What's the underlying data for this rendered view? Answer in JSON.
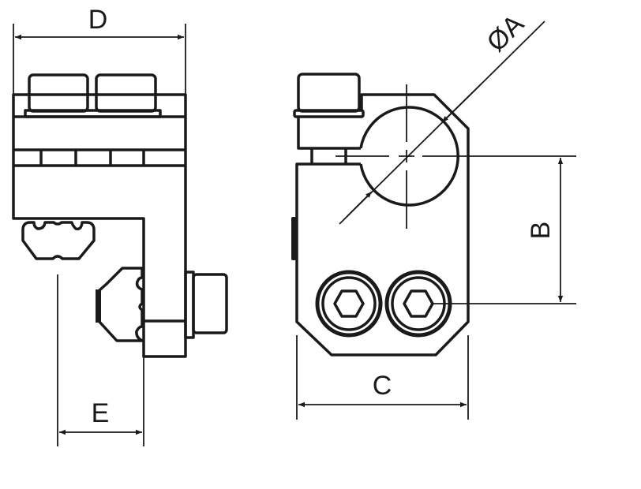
{
  "drawing": {
    "labels": {
      "d": "D",
      "e": "E",
      "a": "ØA",
      "b": "B",
      "c": "C"
    },
    "line_color": "#1a1a1a",
    "background": "#ffffff"
  }
}
